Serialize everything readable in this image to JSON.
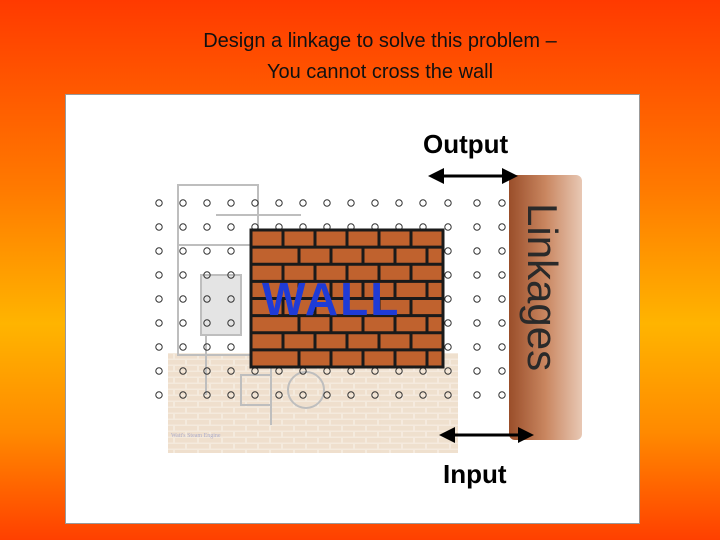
{
  "slide": {
    "title_line1": "Design a linkage to solve this problem –",
    "title_line2": "You cannot cross the wall"
  },
  "diagram": {
    "output_label": "Output",
    "input_label": "Input",
    "wall_label": "WALL",
    "side_label": "Linkages",
    "engine_caption": "Watt's Steam Engine",
    "colors": {
      "brick": "#c0622e",
      "mortar": "#1a1a1a",
      "wall_text": "#1f3bd6",
      "sidebar": "#b8663a"
    }
  }
}
